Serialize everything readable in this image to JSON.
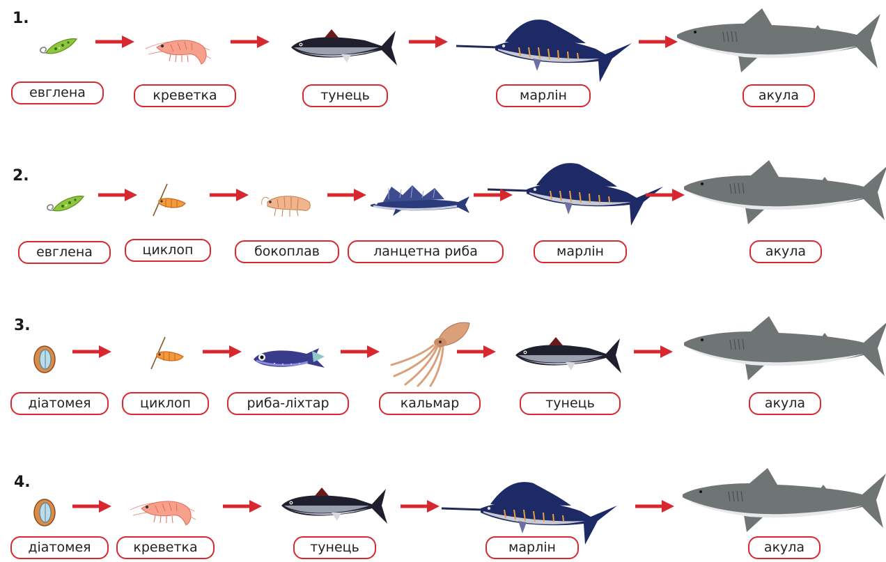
{
  "chains": [
    {
      "number": "1.",
      "organisms": [
        {
          "name": "евглена",
          "icon": "euglena-icon"
        },
        {
          "name": "креветка",
          "icon": "shrimp-icon"
        },
        {
          "name": "тунець",
          "icon": "tuna-icon"
        },
        {
          "name": "марлін",
          "icon": "marlin-icon"
        },
        {
          "name": "акула",
          "icon": "shark-icon"
        }
      ]
    },
    {
      "number": "2.",
      "organisms": [
        {
          "name": "евглена",
          "icon": "euglena-icon"
        },
        {
          "name": "циклоп",
          "icon": "copepod-icon"
        },
        {
          "name": "бокоплав",
          "icon": "amphipod-icon"
        },
        {
          "name": "ланцетна риба",
          "icon": "lancetfish-icon"
        },
        {
          "name": "марлін",
          "icon": "marlin-icon"
        },
        {
          "name": "акула",
          "icon": "shark-icon"
        }
      ]
    },
    {
      "number": "3.",
      "organisms": [
        {
          "name": "діатомея",
          "icon": "diatom-icon"
        },
        {
          "name": "циклоп",
          "icon": "copepod-icon"
        },
        {
          "name": "риба-ліхтар",
          "icon": "lanternfish-icon"
        },
        {
          "name": "кальмар",
          "icon": "squid-icon"
        },
        {
          "name": "тунець",
          "icon": "tuna-icon"
        },
        {
          "name": "акула",
          "icon": "shark-icon"
        }
      ]
    },
    {
      "number": "4.",
      "organisms": [
        {
          "name": "діатомея",
          "icon": "diatom-icon"
        },
        {
          "name": "креветка",
          "icon": "shrimp-icon"
        },
        {
          "name": "тунець",
          "icon": "tuna-icon"
        },
        {
          "name": "марлін",
          "icon": "marlin-icon"
        },
        {
          "name": "акула",
          "icon": "shark-icon"
        }
      ]
    }
  ],
  "colors": {
    "arrow": "#d8282f",
    "label_border": "#d8282f"
  }
}
